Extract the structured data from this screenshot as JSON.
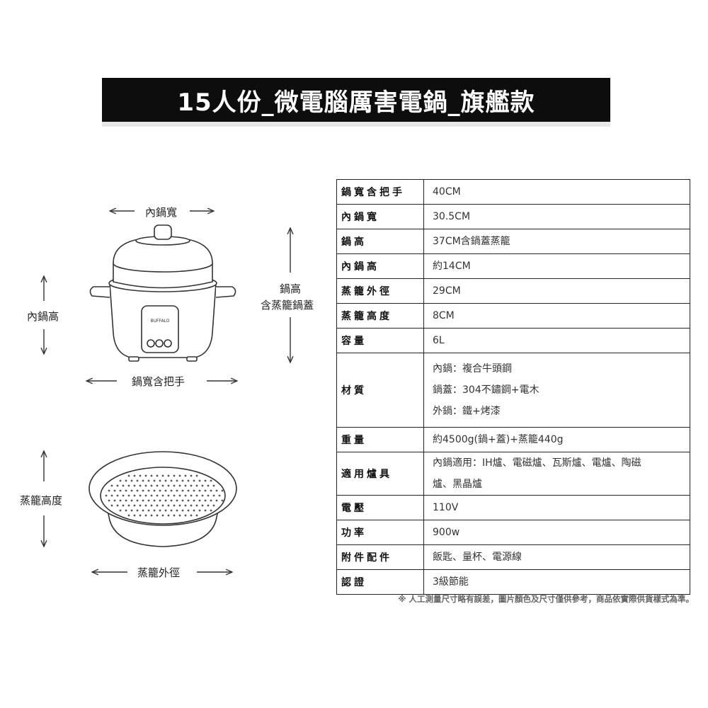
{
  "banner": {
    "title": "15人份_微電腦厲害電鍋_旗艦款"
  },
  "diagram": {
    "inner_width": "內鍋寬",
    "inner_height": "內鍋高",
    "pot_height_line1": "鍋高",
    "pot_height_line2": "含蒸籠鍋蓋",
    "width_with_handles": "鍋寬含把手",
    "steamer_height": "蒸籠高度",
    "steamer_diameter": "蒸籠外徑",
    "brand_logo": "BUFFALO"
  },
  "specs": [
    {
      "key": "鍋寬含把手",
      "value": "40CM"
    },
    {
      "key": "內鍋寬",
      "value": "30.5CM"
    },
    {
      "key": "鍋高",
      "value": "37CM含鍋蓋蒸籠"
    },
    {
      "key": "內鍋高",
      "value": "約14CM"
    },
    {
      "key": "蒸籠外徑",
      "value": "29CM"
    },
    {
      "key": "蒸籠高度",
      "value": "8CM"
    },
    {
      "key": "容量",
      "value": "6L"
    },
    {
      "key": "材質",
      "lines": [
        "內鍋：複合牛頭鋼",
        "鍋蓋：304不鏽鋼+電木",
        "外鍋：鐵+烤漆"
      ]
    },
    {
      "key": "重量",
      "value": "約4500g(鍋+蓋)+蒸籠440g"
    },
    {
      "key": "適用爐具",
      "lines": [
        "內鍋適用：IH爐、電磁爐、瓦斯爐、電爐、陶磁",
        "爐、黑晶爐"
      ]
    },
    {
      "key": "電壓",
      "value": "110V"
    },
    {
      "key": "功率",
      "value": "900w"
    },
    {
      "key": "附件配件",
      "value": "飯匙、量杯、電源線"
    },
    {
      "key": "認證",
      "value": "3級節能"
    }
  ],
  "note": "※ 人工測量尺寸略有誤差，圖片顏色及尺寸僅供參考，商品依實際供貨樣式為準。"
}
